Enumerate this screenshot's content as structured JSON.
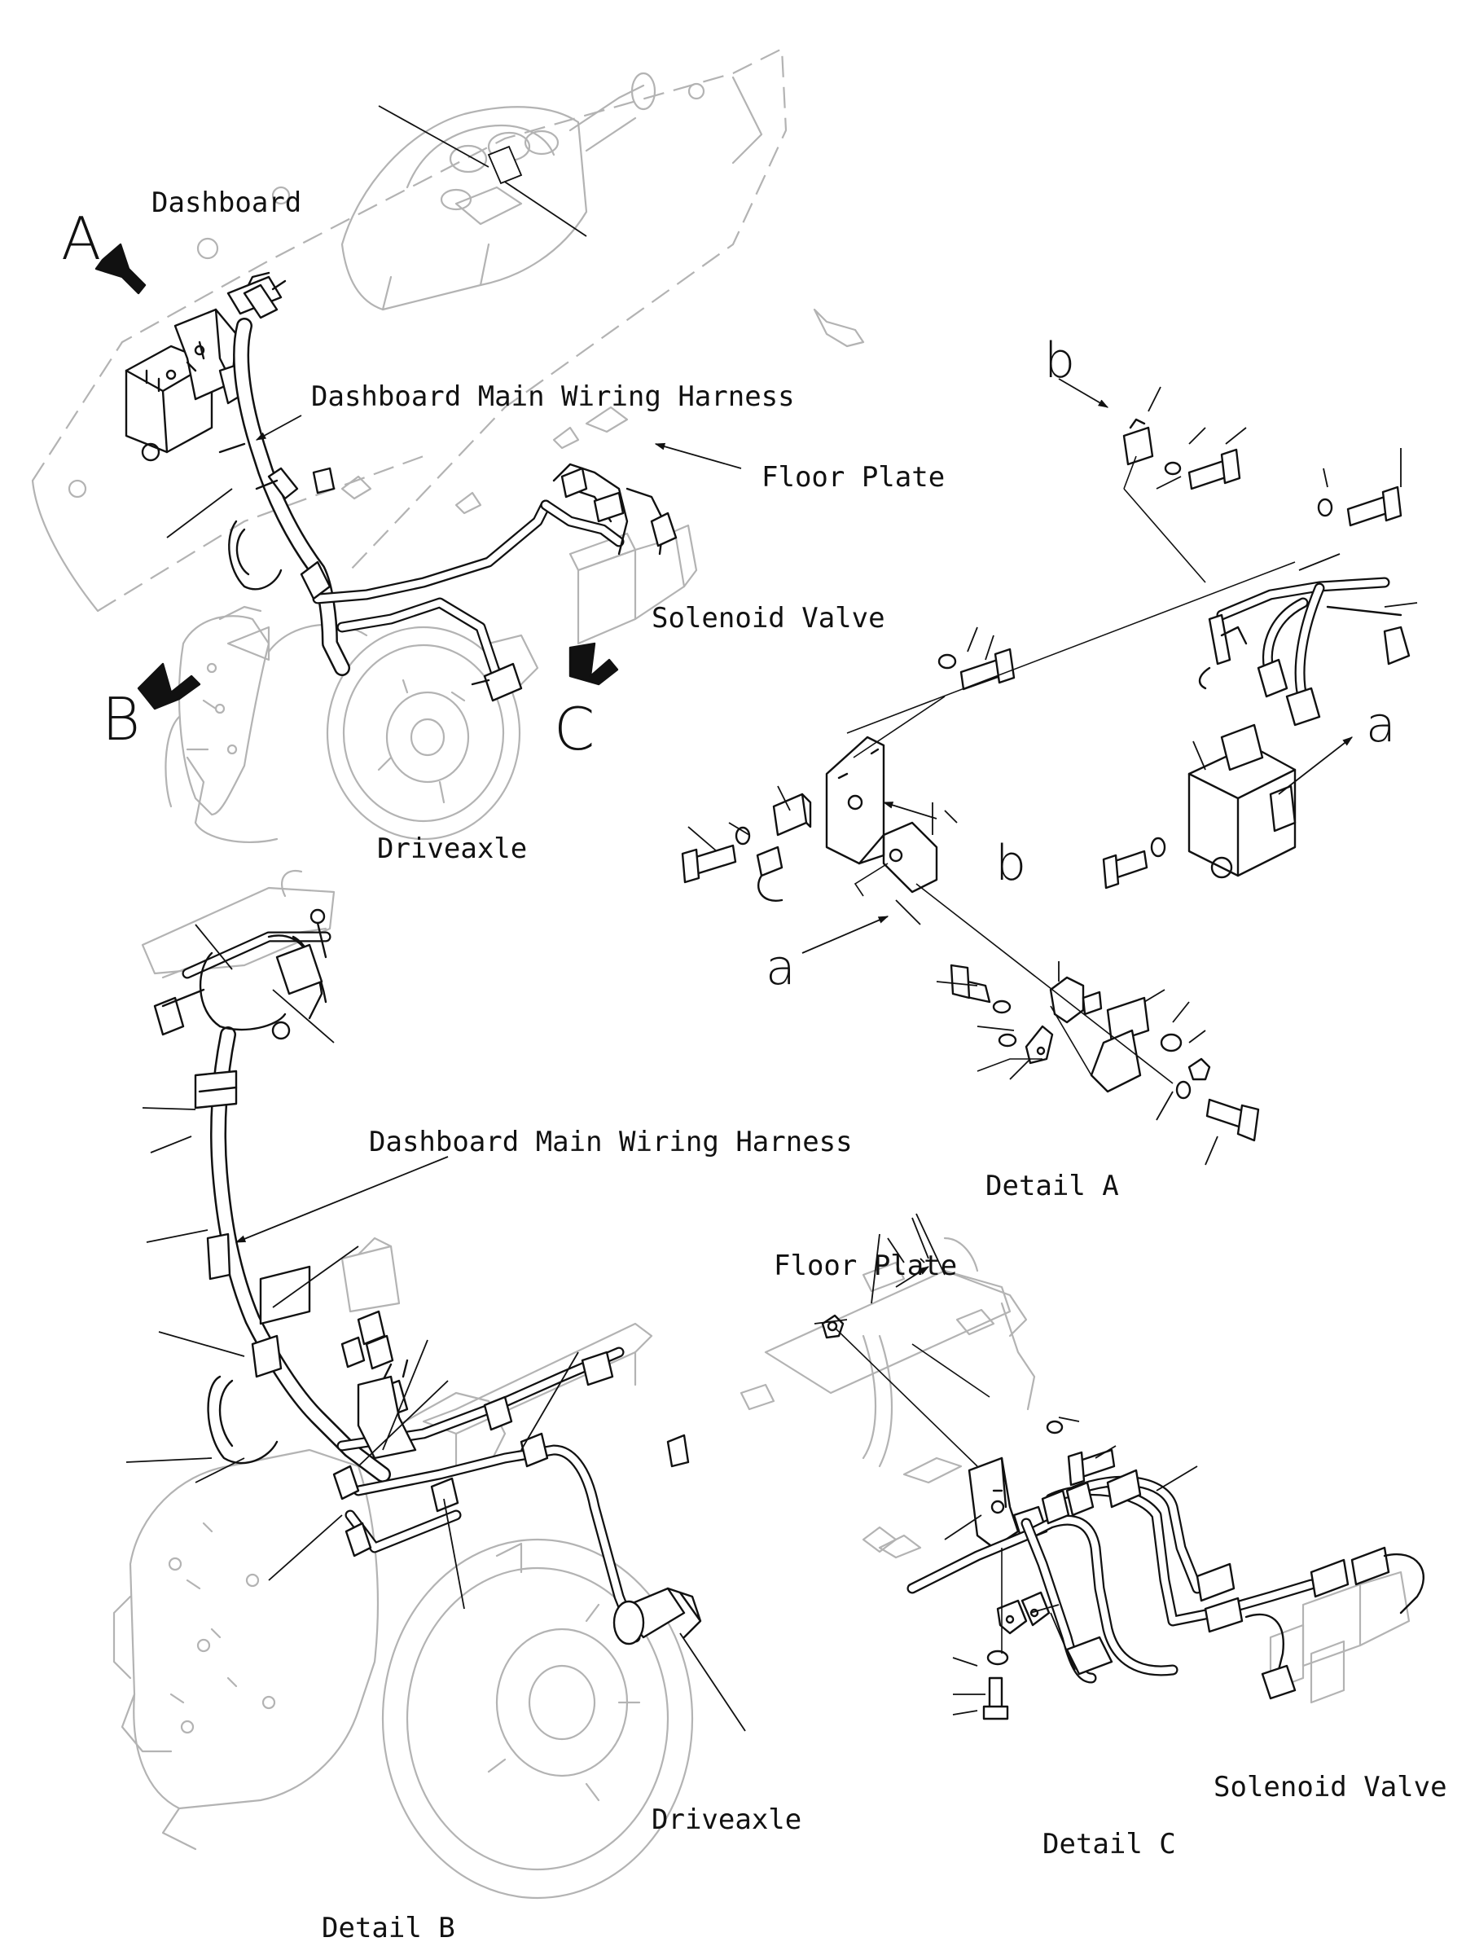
{
  "labels": {
    "dashboard": "Dashboard",
    "dashboard_main_harness_top": "Dashboard Main Wiring Harness",
    "floor_plate_top": "Floor Plate",
    "solenoid_valve_top": "Solenoid Valve",
    "driveaxle_top": "Driveaxle",
    "view_a": "A",
    "view_b": "B",
    "view_c": "C",
    "ref_b_top": "b",
    "ref_a_right": "a",
    "ref_b_mid": "b",
    "ref_a_mid": "a",
    "detail_a": "Detail A",
    "dashboard_main_harness_mid": "Dashboard Main Wiring Harness",
    "floor_plate_c": "Floor Plate",
    "solenoid_valve_c": "Solenoid Valve",
    "detail_c": "Detail C",
    "driveaxle_b": "Driveaxle",
    "detail_b": "Detail B"
  },
  "colors": {
    "ink": "#111111",
    "ghost": "#b3b3b3",
    "background": "#ffffff"
  }
}
